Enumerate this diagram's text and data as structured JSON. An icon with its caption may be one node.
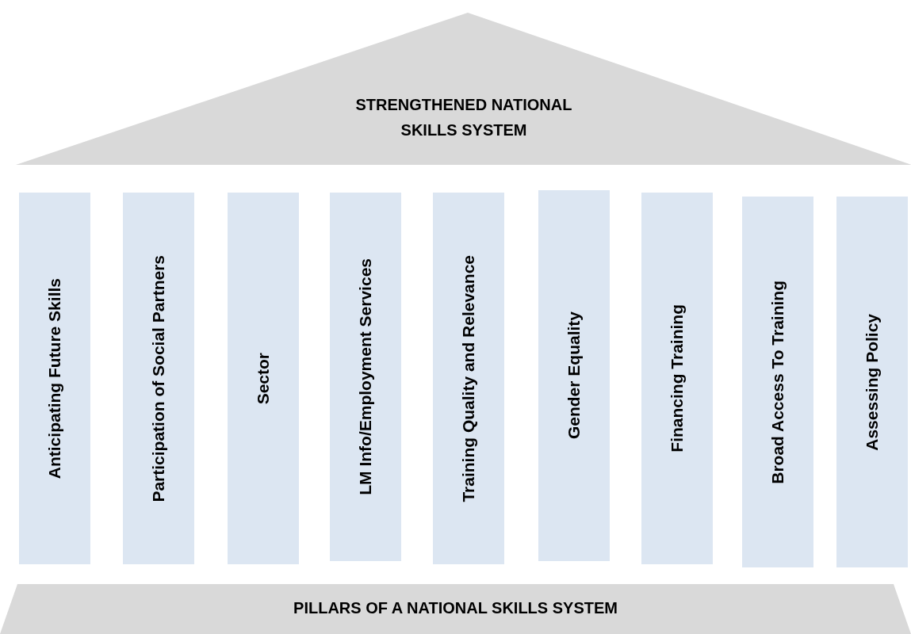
{
  "diagram": {
    "nodes": [
      {
        "text": [
          "STRENGTHENED NATIONAL SKILLS SYSTEM"
        ]
      },
      {
        "text": [
          "Anticipating Future Skills"
        ]
      },
      {
        "text": [
          "Participation of Social Partners"
        ]
      },
      {
        "text": [
          "Sector"
        ]
      },
      {
        "text": [
          "LM Info/Employment Services"
        ]
      },
      {
        "text": [
          "Training Quality and Relevance"
        ]
      },
      {
        "text": [
          "Gender Equality"
        ]
      },
      {
        "text": [
          "Financing Training"
        ]
      },
      {
        "text": [
          "Broad Access To Training"
        ]
      },
      {
        "text": [
          "Assessing Policy"
        ]
      },
      {
        "text": [
          "PILLARS OF A NATIONAL SKILLS SYSTEM"
        ]
      }
    ],
    "edges": []
  }
}
